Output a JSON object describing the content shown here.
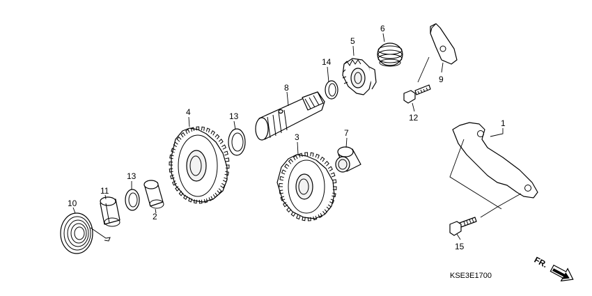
{
  "callouts": {
    "p1": "1",
    "p2": "2",
    "p3": "3",
    "p4": "4",
    "p5": "5",
    "p6": "6",
    "p7": "7",
    "p8": "8",
    "p9": "9",
    "p10": "10",
    "p11": "11",
    "p12": "12",
    "p13a": "13",
    "p13b": "13",
    "p14": "14",
    "p15": "15"
  },
  "diagram_code": "KSE3E1700",
  "front_arrow_label": "FR."
}
